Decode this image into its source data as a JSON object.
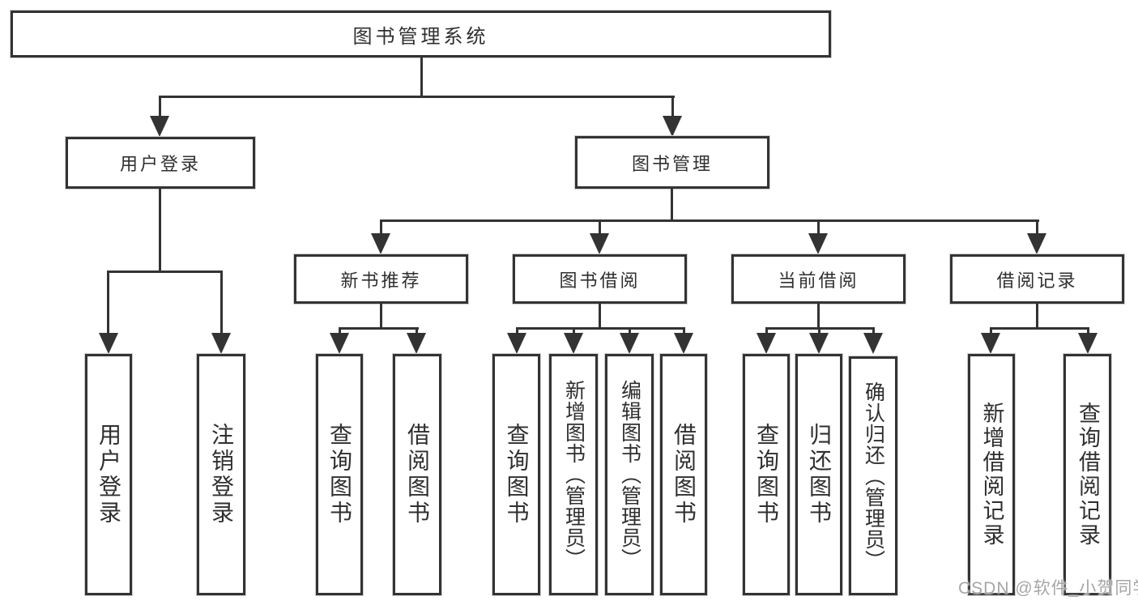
{
  "tree": {
    "root": "图书管理系统",
    "children": [
      {
        "label": "用户登录",
        "children": [
          "用户登录",
          "注销登录"
        ]
      },
      {
        "label": "图书管理",
        "children": [
          {
            "label": "新书推荐",
            "children": [
              "查询图书",
              "借阅图书"
            ]
          },
          {
            "label": "图书借阅",
            "children": [
              "查询图书",
              "新增图书（管理员）",
              "编辑图书（管理员）",
              "借阅图书"
            ]
          },
          {
            "label": "当前借阅",
            "children": [
              "查询图书",
              "归还图书",
              "确认归还（管理员）"
            ]
          },
          {
            "label": "借阅记录",
            "children": [
              "新增借阅记录",
              "查询借阅记录"
            ]
          }
        ]
      }
    ]
  },
  "watermark": {
    "text": "CSDN @软件_小贺同学"
  },
  "colors": {
    "line": "#333333",
    "text": "#2f2f2f",
    "watermark_gray": "#a6a6a6",
    "bg": "#ffffff"
  }
}
